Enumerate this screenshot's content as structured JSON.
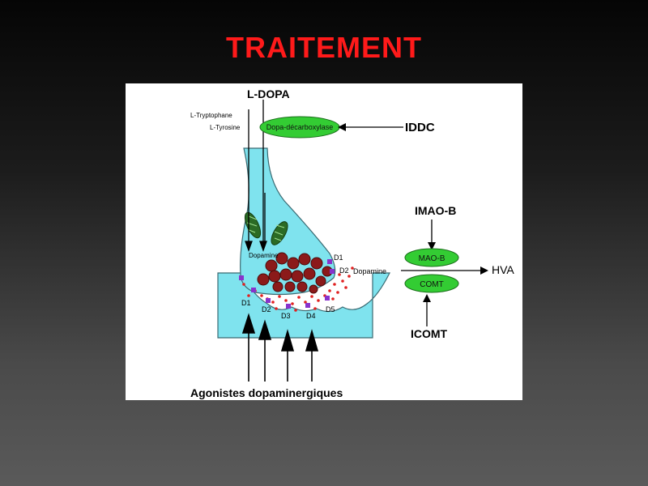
{
  "slide": {
    "title": "TRAITEMENT"
  },
  "diagram": {
    "ldopa": "L-DOPA",
    "tryptophane": "L-Tryptophane",
    "tyrosine": "L-Tyrosine",
    "enzyme_ddc": "Dopa-décarboxylase",
    "iddc": "IDDC",
    "imao_b": "IMAO-B",
    "mao_b": "MAO-B",
    "comt": "COMT",
    "icomt": "ICOMT",
    "hva": "HVA",
    "dopamine_inner": "Dopamine",
    "dopamine_right": "Dopamine",
    "d1_top": "D1",
    "d2_top": "D2",
    "receptors": {
      "d1": "D1",
      "d2": "D2",
      "d3": "D3",
      "d4": "D4",
      "d5": "D5"
    },
    "agonists": "Agonistes dopaminergiques"
  },
  "colors": {
    "title": "#ff1a1a",
    "neuron": "#7fe3ee",
    "enzyme": "#33cc33",
    "vesicle": "#8b1a1a",
    "receptor": "#8833cc",
    "released_dot": "#e02020"
  }
}
